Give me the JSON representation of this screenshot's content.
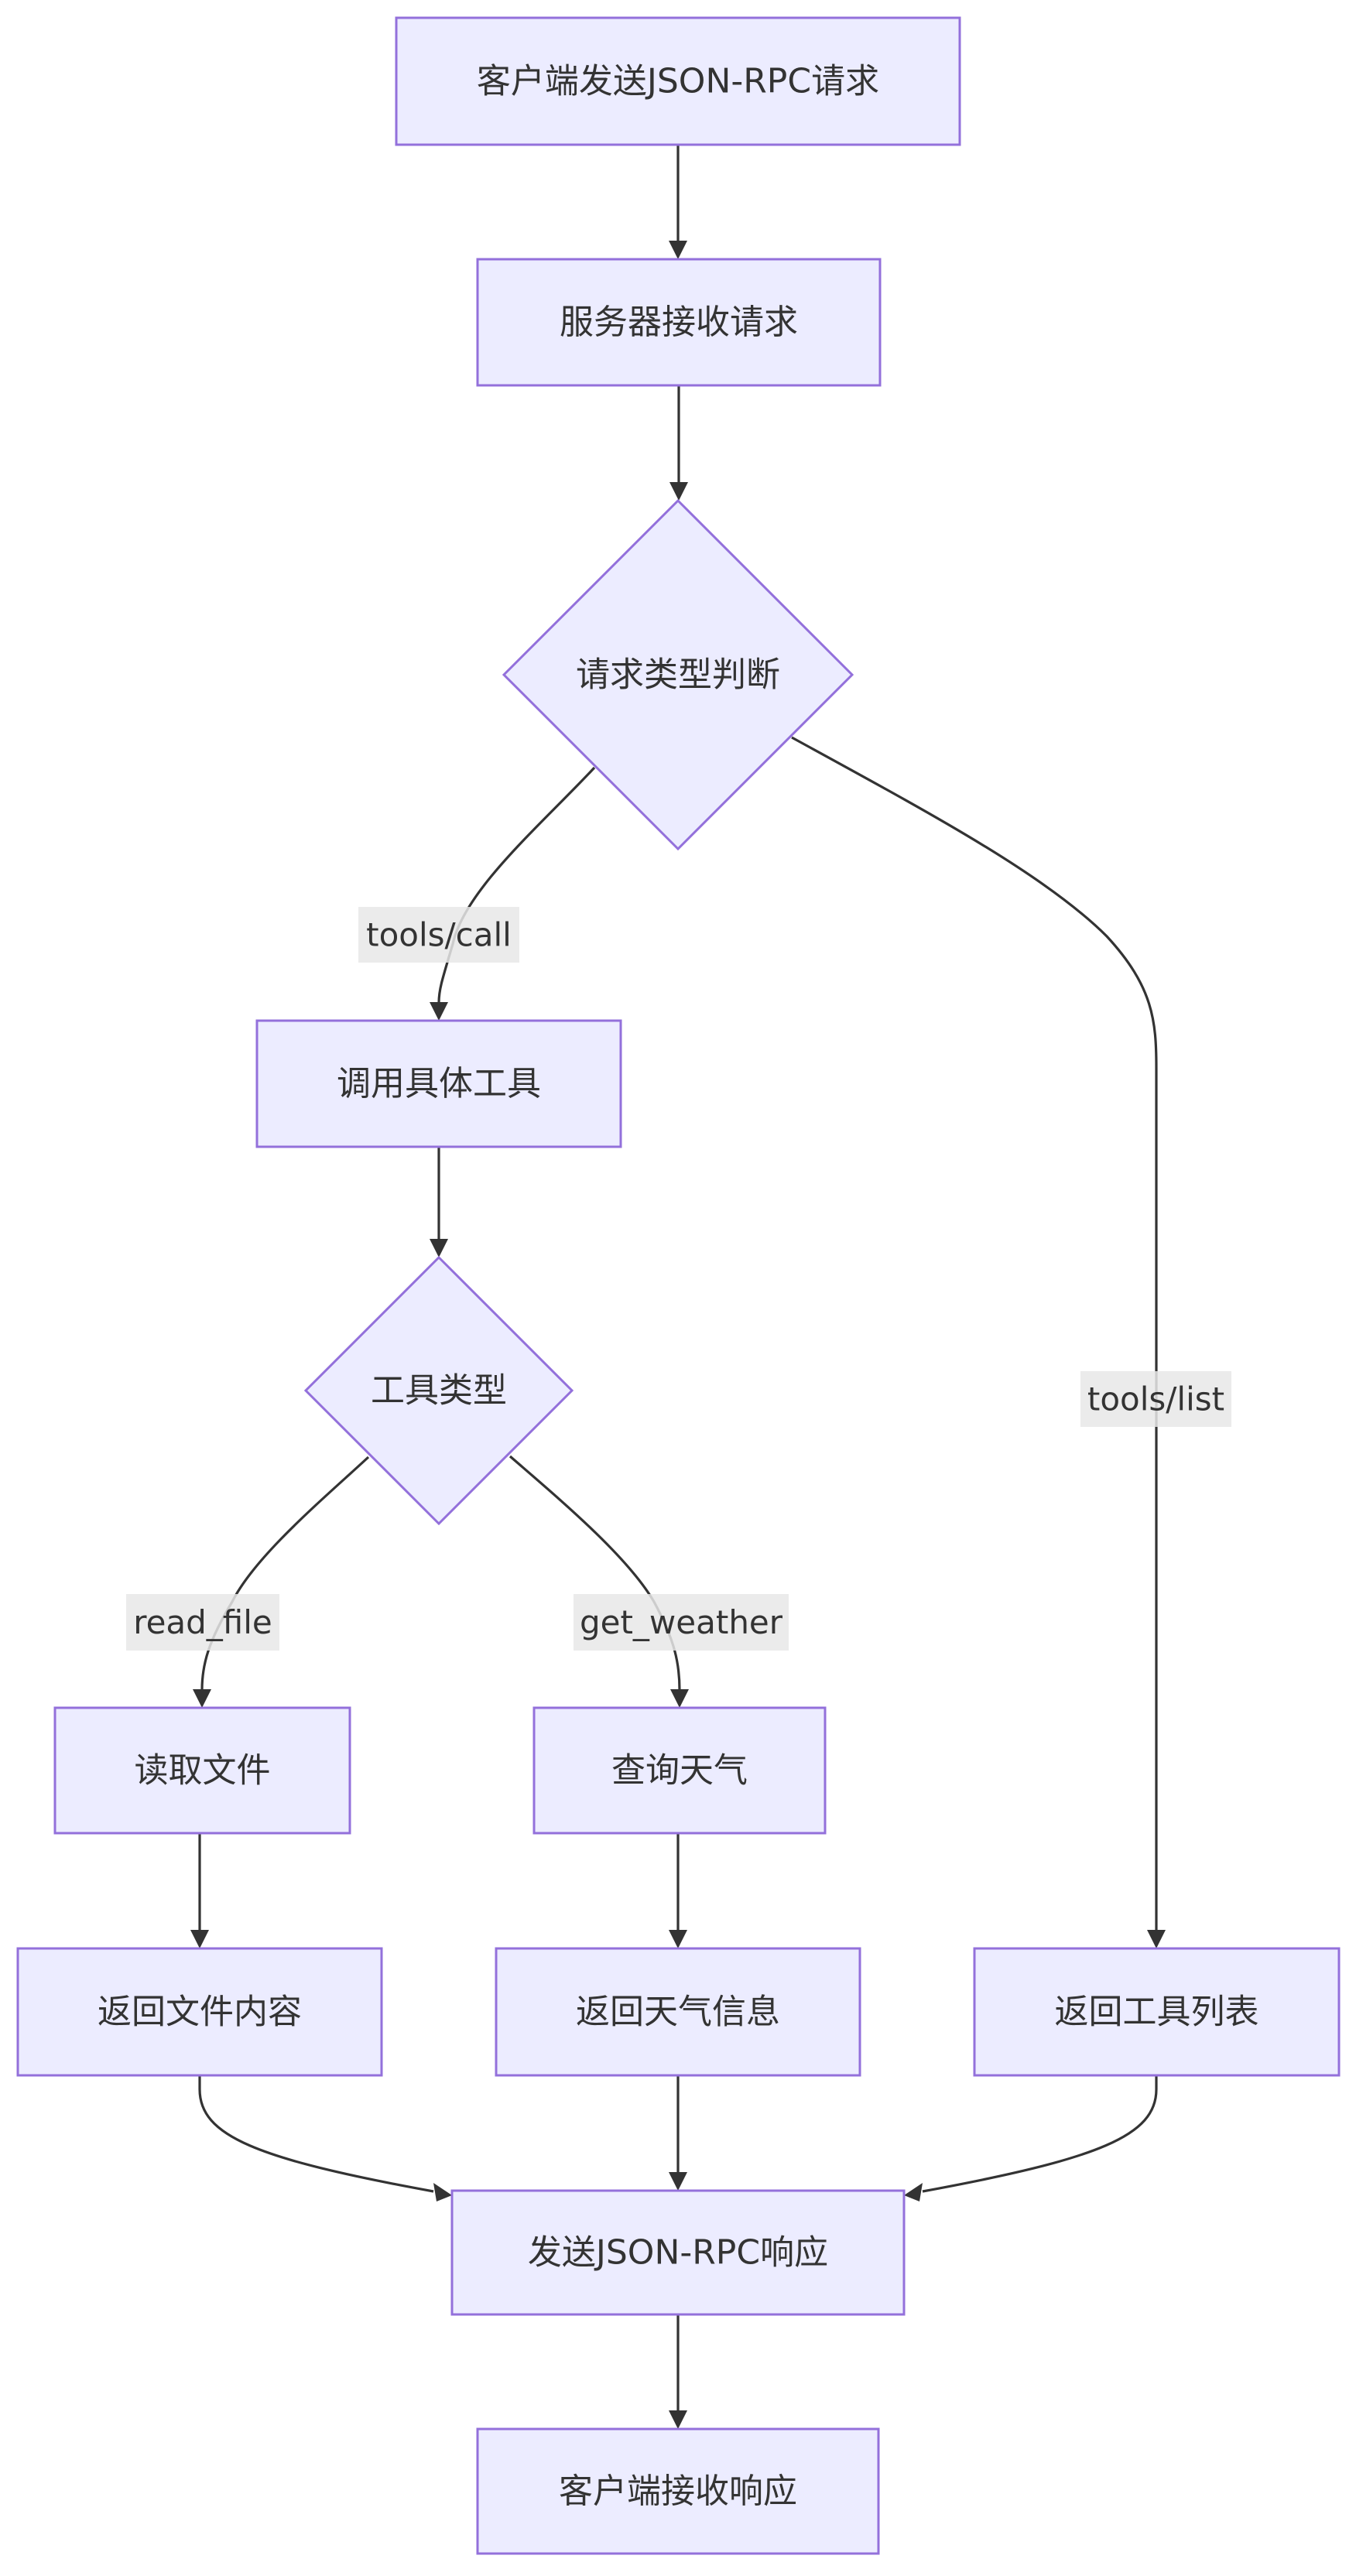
{
  "diagram": {
    "type": "flowchart",
    "direction": "top-down",
    "colors": {
      "node_fill": "#ECECFF",
      "node_stroke": "#9370DB",
      "edge": "#333333",
      "text": "#333333",
      "label_bg": "#E8E8E8"
    },
    "nodes": [
      {
        "id": "client_send",
        "shape": "rect",
        "label": "客户端发送JSON-RPC请求"
      },
      {
        "id": "server_recv",
        "shape": "rect",
        "label": "服务器接收请求"
      },
      {
        "id": "req_type",
        "shape": "diamond",
        "label": "请求类型判断"
      },
      {
        "id": "call_tool",
        "shape": "rect",
        "label": "调用具体工具"
      },
      {
        "id": "tool_type",
        "shape": "diamond",
        "label": "工具类型"
      },
      {
        "id": "read_file",
        "shape": "rect",
        "label": "读取文件"
      },
      {
        "id": "query_weather",
        "shape": "rect",
        "label": "查询天气"
      },
      {
        "id": "return_file",
        "shape": "rect",
        "label": "返回文件内容"
      },
      {
        "id": "return_weather",
        "shape": "rect",
        "label": "返回天气信息"
      },
      {
        "id": "return_tools",
        "shape": "rect",
        "label": "返回工具列表"
      },
      {
        "id": "send_response",
        "shape": "rect",
        "label": "发送JSON-RPC响应"
      },
      {
        "id": "client_recv",
        "shape": "rect",
        "label": "客户端接收响应"
      }
    ],
    "edges": [
      {
        "from": "client_send",
        "to": "server_recv",
        "label": ""
      },
      {
        "from": "server_recv",
        "to": "req_type",
        "label": ""
      },
      {
        "from": "req_type",
        "to": "call_tool",
        "label": "tools/call"
      },
      {
        "from": "req_type",
        "to": "return_tools",
        "label": "tools/list"
      },
      {
        "from": "call_tool",
        "to": "tool_type",
        "label": ""
      },
      {
        "from": "tool_type",
        "to": "read_file",
        "label": "read_file"
      },
      {
        "from": "tool_type",
        "to": "query_weather",
        "label": "get_weather"
      },
      {
        "from": "read_file",
        "to": "return_file",
        "label": ""
      },
      {
        "from": "query_weather",
        "to": "return_weather",
        "label": ""
      },
      {
        "from": "return_file",
        "to": "send_response",
        "label": ""
      },
      {
        "from": "return_weather",
        "to": "send_response",
        "label": ""
      },
      {
        "from": "return_tools",
        "to": "send_response",
        "label": ""
      },
      {
        "from": "send_response",
        "to": "client_recv",
        "label": ""
      }
    ]
  }
}
